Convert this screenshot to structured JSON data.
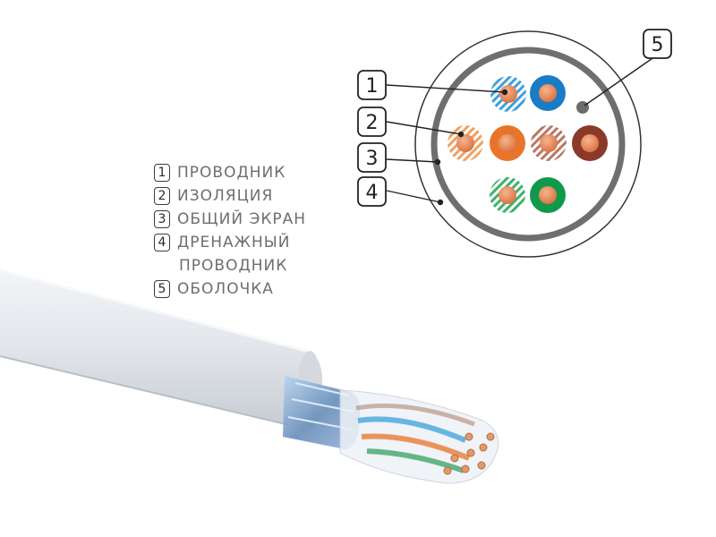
{
  "diagram": {
    "callouts": [
      "1",
      "2",
      "3",
      "4",
      "5"
    ],
    "legend": [
      {
        "num": "1",
        "text": "ПРОВОДНИК"
      },
      {
        "num": "2",
        "text": "ИЗОЛЯЦИЯ"
      },
      {
        "num": "3",
        "text": "ОБЩИЙ  ЭКРАН"
      },
      {
        "num": "4",
        "text": "ДРЕНАЖНЫЙ",
        "continuation": "ПРОВОДНИК"
      },
      {
        "num": "5",
        "text": "ОБОЛОЧКА"
      }
    ],
    "colors": {
      "conductor_copper": "#e8845a",
      "blue": "#1a7cc4",
      "orange": "#e8742a",
      "brown": "#8b3a2a",
      "green": "#0e9a4a",
      "jacket": "#e6e9ee",
      "shield": "#6f6f6f"
    }
  }
}
